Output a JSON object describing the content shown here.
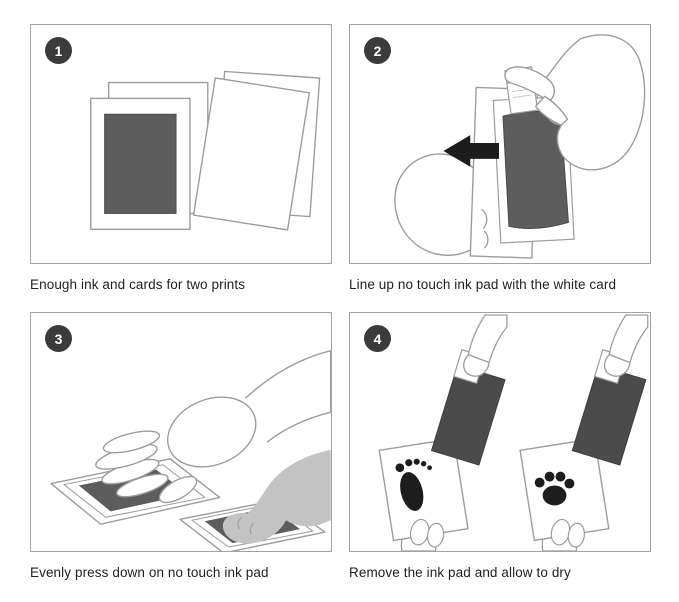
{
  "colors": {
    "panel_border": "#a3a3a3",
    "badge_background": "#3b3b3b",
    "badge_text": "#ffffff",
    "ink_pad_gray": "#5d5d5d",
    "ink_pad_dark": "#4b4b4b",
    "line_art_gray": "#9c9c9c",
    "print_black": "#1d1d1d",
    "paw_gray": "#c3c3c3",
    "arrow_black": "#1c1c1c"
  },
  "steps": [
    {
      "number": "1",
      "caption": "Enough ink and cards for two prints"
    },
    {
      "number": "2",
      "caption": "Line up no touch ink pad with the white card"
    },
    {
      "number": "3",
      "caption": "Evenly press down on no touch ink pad"
    },
    {
      "number": "4",
      "caption": "Remove the ink pad and allow to dry"
    }
  ],
  "icons": {
    "step_1": [
      "white-card-stack",
      "ink-pad",
      "paper-sheets"
    ],
    "step_2": [
      "holding-hand",
      "white-card",
      "left-arrow",
      "ink-pad",
      "pad-tab",
      "pinching-hand"
    ],
    "step_3": [
      "pressing-hand",
      "print-card",
      "ink-pad",
      "paw"
    ],
    "step_4": [
      "pinching-fingers",
      "ink-pad",
      "print-card",
      "footprint",
      "paw-print",
      "holding-fingers"
    ]
  }
}
